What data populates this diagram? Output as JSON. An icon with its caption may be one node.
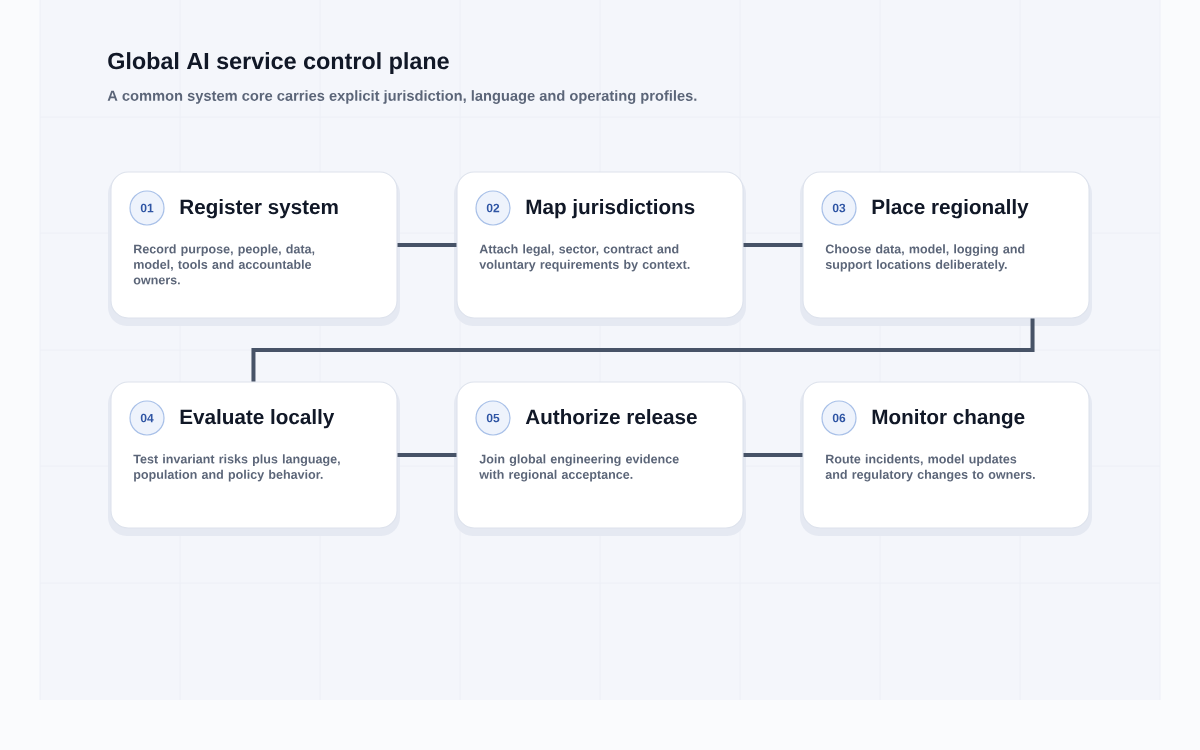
{
  "diagram": {
    "title": "Global AI service control plane",
    "caption": "A common system core carries explicit jurisdiction, language and operating profiles.",
    "nodes": [
      {
        "text": [
          "Register system",
          "Record purpose, people, data, model, tools and accountable owners."
        ]
      },
      {
        "text": [
          "01"
        ],
        "in": 0
      },
      {
        "text": [
          "Map jurisdictions",
          "Attach legal, sector, contract and voluntary requirements by context."
        ]
      },
      {
        "text": [
          "02"
        ],
        "in": 2
      },
      {
        "text": [
          "Place regionally",
          "Choose data, model, logging and support locations deliberately."
        ]
      },
      {
        "text": [
          "03"
        ],
        "in": 4
      },
      {
        "text": [
          "Evaluate locally",
          "Test invariant risks plus language, population and policy behavior."
        ]
      },
      {
        "text": [
          "04"
        ],
        "in": 6
      },
      {
        "text": [
          "Authorize release",
          "Join global engineering evidence with regional acceptance."
        ]
      },
      {
        "text": [
          "05"
        ],
        "in": 8
      },
      {
        "text": [
          "Monitor change",
          "Route incidents, model updates and regulatory changes to owners."
        ]
      },
      {
        "text": [
          "06"
        ],
        "in": 10
      }
    ],
    "edges": [
      {
        "from": 0,
        "to": 2,
        "arrow": "none"
      },
      {
        "from": 2,
        "to": 4,
        "arrow": "none"
      },
      {
        "from": 4,
        "to": 6,
        "arrow": "none"
      },
      {
        "from": 6,
        "to": 8,
        "arrow": "none"
      },
      {
        "from": 8,
        "to": 10,
        "arrow": "none"
      }
    ]
  }
}
